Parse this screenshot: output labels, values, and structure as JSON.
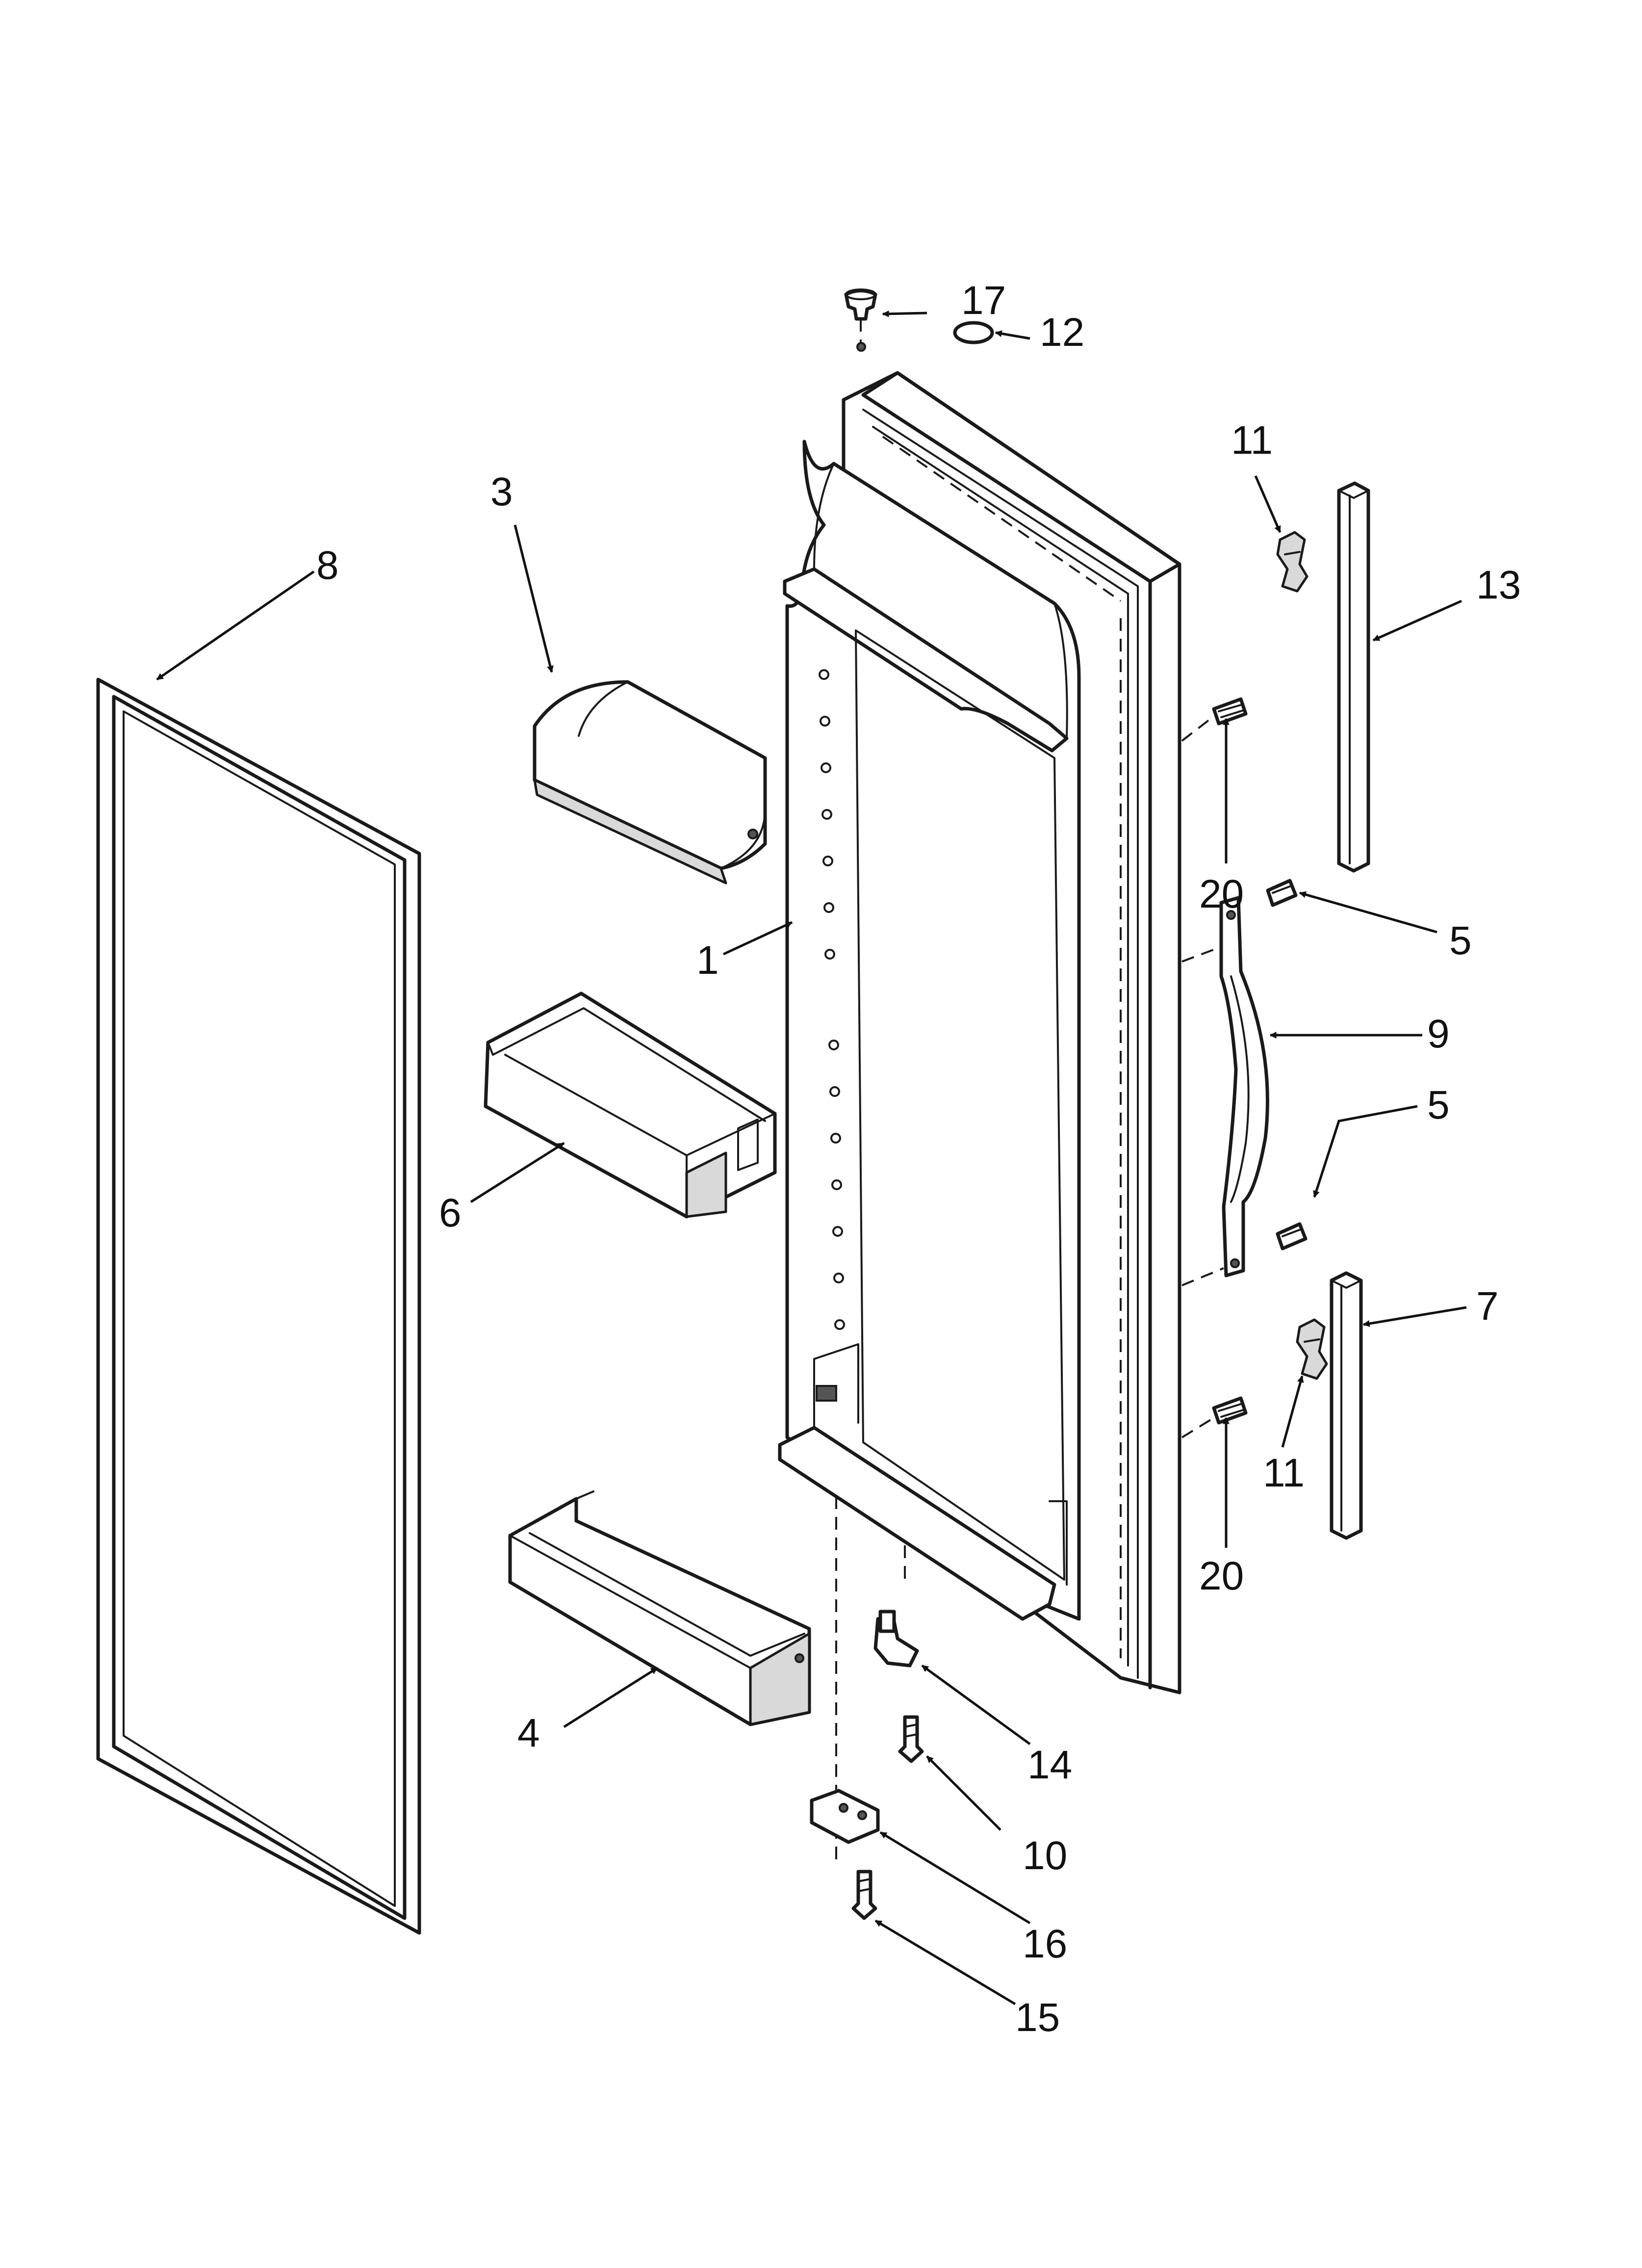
{
  "callouts": {
    "c17": "17",
    "c12": "12",
    "c11a": "11",
    "c13": "13",
    "c3": "3",
    "c8": "8",
    "c20a": "20",
    "c5a": "5",
    "c1": "1",
    "c9": "9",
    "c5b": "5",
    "c6": "6",
    "c7": "7",
    "c11b": "11",
    "c20b": "20",
    "c4": "4",
    "c14": "14",
    "c10": "10",
    "c16": "16",
    "c15": "15"
  }
}
